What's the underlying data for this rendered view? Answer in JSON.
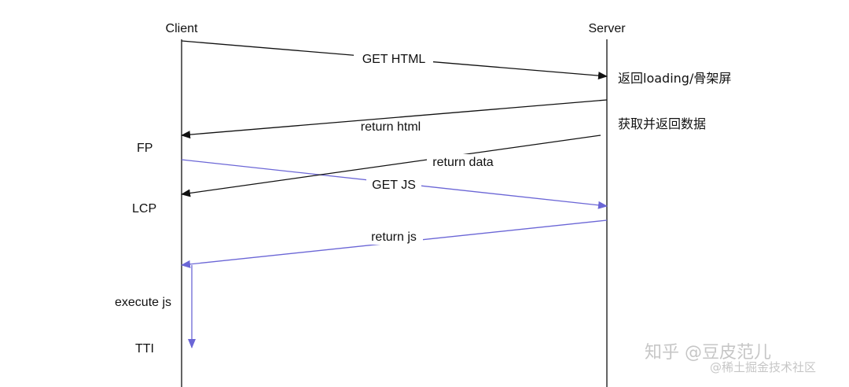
{
  "participants": {
    "client": "Client",
    "server": "Server"
  },
  "messages": {
    "get_html": "GET HTML",
    "return_html": "return html",
    "return_data": "return data",
    "get_js": "GET JS",
    "return_js": "return js"
  },
  "milestones": {
    "fp": "FP",
    "lcp": "LCP",
    "execute_js": "execute js",
    "tti": "TTI"
  },
  "server_notes": {
    "loading_skeleton": "返回loading/骨架屏",
    "fetch_data": "获取并返回数据"
  },
  "watermark": {
    "line1": "知乎 @豆皮范儿",
    "line2": "@稀土掘金技术社区"
  },
  "colors": {
    "black_arrow": "#111111",
    "blue_arrow": "#6b66d6"
  }
}
